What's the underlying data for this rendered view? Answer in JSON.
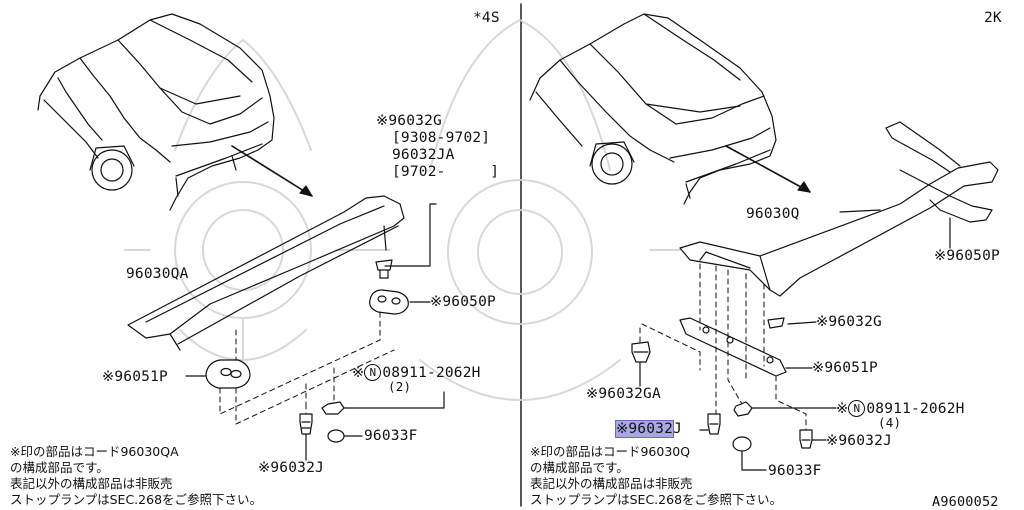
{
  "left": {
    "variant": "*4S",
    "spoiler": "96030QA",
    "bracket_pad_lower": "96051P",
    "bracket_pad_upper": "96050P",
    "clip_note": [
      "※96032G",
      "[9308-9702]",
      "96032JA",
      "[9702-     ]"
    ],
    "bolt": "08911-2062H",
    "bolt_qty": "(2)",
    "grommet": "96033F",
    "clip_lower": "96032J",
    "notes": [
      "※印の部品はコード96030QA",
      "の構成部品です。",
      "表記以外の構成部品は非販売",
      "ストップランプはSEC.268をご参照下さい。"
    ]
  },
  "right": {
    "variant": "2K",
    "spoiler": "96030Q",
    "pad_upper": "96050P",
    "clip_g": "96032G",
    "pad_lower": "96051P",
    "clip_ga": "96032GA",
    "bolt": "08911-2062H",
    "bolt_qty": "(4)",
    "clip_j_highlight": "96032",
    "clip_j_suffix": "J",
    "clip_j": "96032J",
    "grommet": "96033F",
    "notes": [
      "※印の部品はコード96030Q",
      "の構成部品です。",
      "表記以外の構成部品は非販売",
      "ストップランプはSEC.268をご参照下さい。"
    ]
  },
  "marks": {
    "ref_mark": "※",
    "circle_n": "N"
  },
  "diagram_id": "A9600052"
}
